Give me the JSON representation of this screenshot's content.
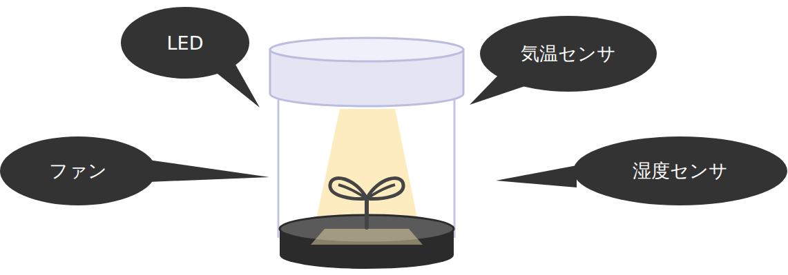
{
  "diagram": {
    "nodes": [
      {
        "text": [
          "LED"
        ]
      },
      {
        "text": [
          "気温センサ"
        ]
      },
      {
        "text": [
          "ファン"
        ]
      },
      {
        "text": [
          "湿度センサ"
        ]
      }
    ]
  }
}
